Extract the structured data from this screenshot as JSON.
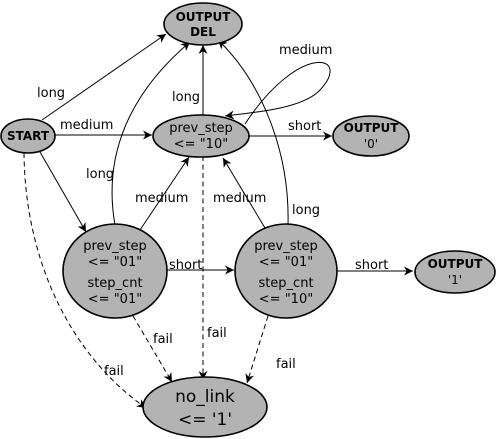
{
  "nodes": {
    "output_del": {
      "lines": [
        "OUTPUT",
        "DEL"
      ]
    },
    "start": {
      "lines": [
        "START"
      ]
    },
    "prev_step_10": {
      "lines": [
        "prev_step",
        "<= \"10\""
      ]
    },
    "output_0": {
      "lines": [
        "OUTPUT",
        "'0'"
      ]
    },
    "state_01_01": {
      "lines": [
        "prev_step",
        "<= \"01\"",
        "step_cnt",
        "<= \"01\""
      ]
    },
    "state_01_10": {
      "lines": [
        "prev_step",
        "<= \"01\"",
        "step_cnt",
        "<= \"10\""
      ]
    },
    "output_1": {
      "lines": [
        "OUTPUT",
        "'1'"
      ]
    },
    "no_link": {
      "lines": [
        "no_link",
        "<= '1'"
      ]
    }
  },
  "edge_labels": {
    "start_to_del": "long",
    "start_to_prev10": "medium",
    "prev10_to_del": "long",
    "prev10_self": "medium",
    "prev10_to_out0": "short",
    "s0101_to_del": "long",
    "s0101_to_prev10": "medium",
    "s0110_to_prev10": "medium",
    "s0110_to_del": "long",
    "s0101_to_s0110": "short",
    "s0110_to_out1": "short",
    "s0101_to_nolink": "fail",
    "prev10_to_nolink": "fail",
    "start_to_nolink": "fail",
    "s0110_to_nolink": "fail"
  }
}
